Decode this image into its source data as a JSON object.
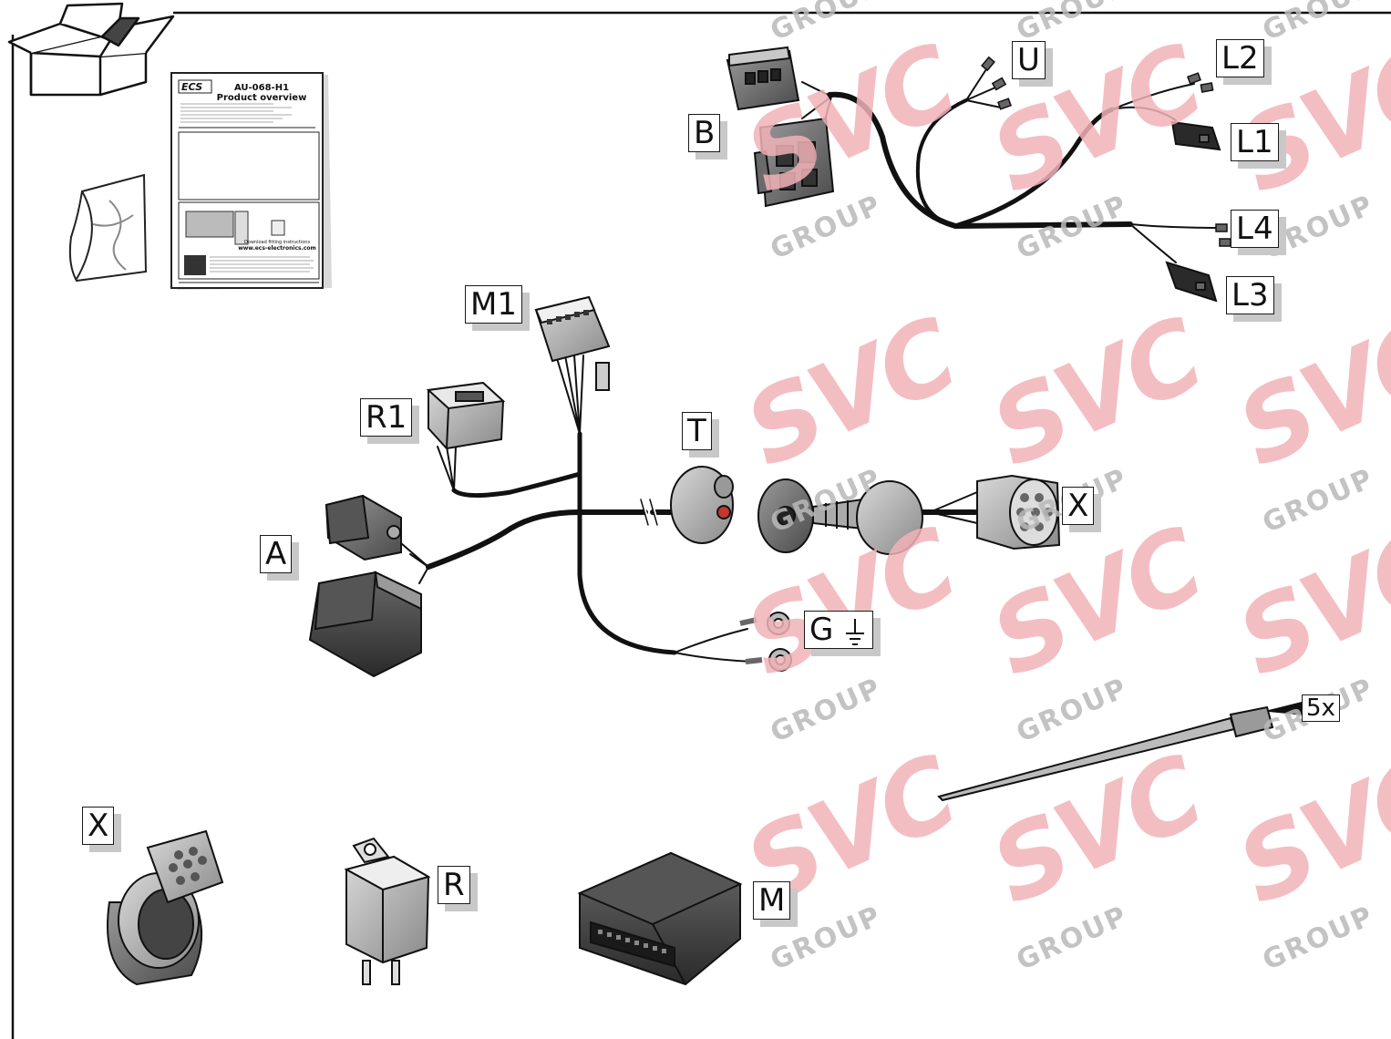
{
  "document": {
    "code": "AU-068-H1",
    "title": "Product overview",
    "brand": "ECS",
    "download_text": "Download fitting instructions",
    "website": "www.ecs-electronics.com"
  },
  "labels": {
    "B": "B",
    "U": "U",
    "L2": "L2",
    "L1": "L1",
    "L4": "L4",
    "L3": "L3",
    "M1": "M1",
    "R1": "R1",
    "T": "T",
    "X_top": "X",
    "A": "A",
    "G": "G",
    "qty": "5x",
    "X_bottom": "X",
    "R": "R",
    "M": "M"
  },
  "watermark": {
    "main": "SVC",
    "sub": "GROUP"
  },
  "colors": {
    "watermark_red": "#f1b3b8",
    "watermark_grey": "#b9b9b9",
    "cable": "#111111",
    "part_grey": "#7a7a7a",
    "accent_red": "#c0392b"
  }
}
